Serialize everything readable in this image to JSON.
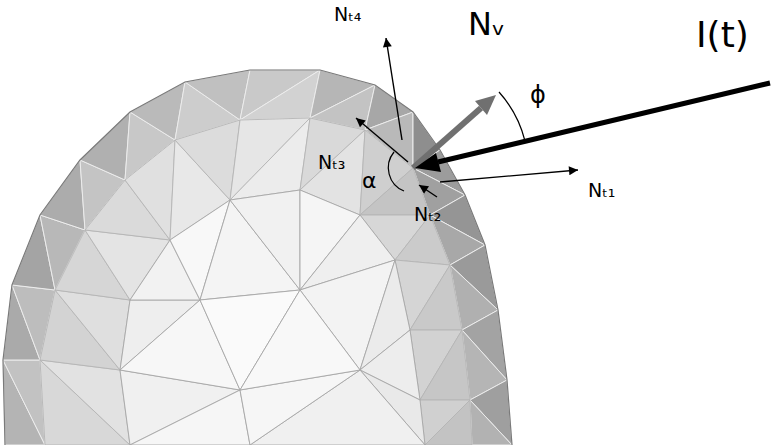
{
  "diagram": {
    "labels": [
      "Nₜ₄",
      "Nᵥ",
      "I(t)",
      "ϕ",
      "Nₜ₃",
      "α",
      "Nₜ₁",
      "Nₜ₂"
    ]
  }
}
